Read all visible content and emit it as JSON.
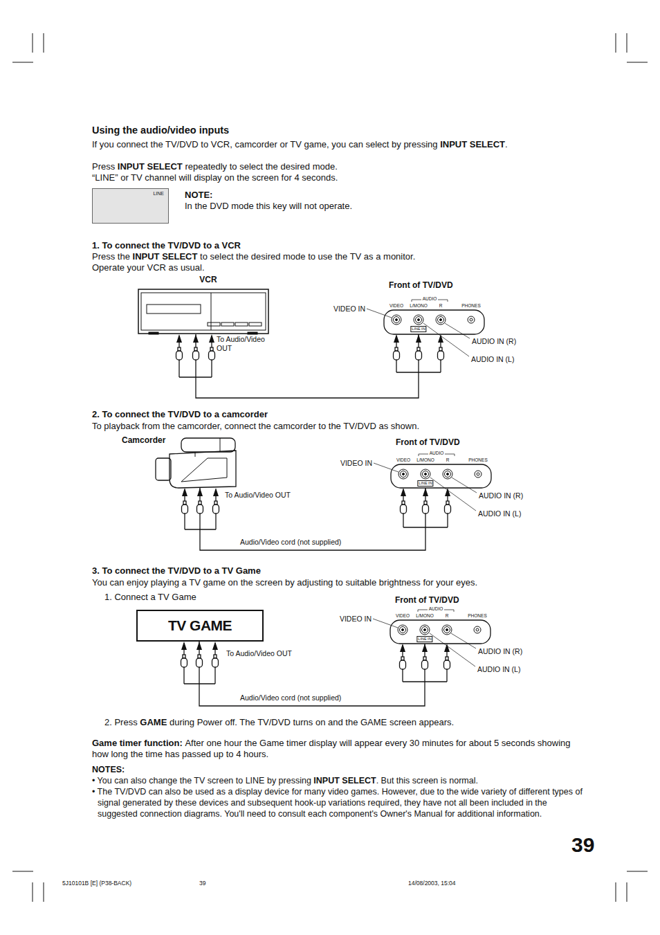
{
  "diagram": {
    "nodes": [
      {
        "text": [
          "LINE"
        ]
      },
      {
        "text": [
          "VCR"
        ]
      },
      {
        "text": [
          "Front of TV/DVD"
        ]
      },
      {
        "text": [
          "Camcorder"
        ]
      },
      {
        "text": [
          "Front of TV/DVD"
        ]
      },
      {
        "text": [
          "TV GAME"
        ]
      },
      {
        "text": [
          "Front of TV/DVD"
        ]
      }
    ],
    "edges": [
      {
        "from": 1,
        "to": 2,
        "arrow": "both"
      },
      {
        "from": 3,
        "to": 4,
        "arrow": "both",
        "label": "Audio/Video cord (not supplied)"
      },
      {
        "from": 5,
        "to": 6,
        "arrow": "both",
        "label": "Audio/Video cord (not supplied)"
      }
    ],
    "labels": [
      "Using the audio/video inputs",
      "If you connect the TV/DVD to VCR, camcorder or TV game, you can select by pressing",
      "INPUT SELECT",
      ".",
      "Press",
      "INPUT SELECT",
      "repeatedly to select the desired mode.",
      "“LINE” or TV channel will display on the screen for 4 seconds.",
      "NOTE:",
      "In the DVD mode this key will not operate.",
      "1. To connect the TV/DVD to a VCR",
      "Press the",
      "INPUT SELECT",
      "to select the desired mode to use the TV as a monitor.",
      "Operate your VCR as usual.",
      "To Audio/Video OUT",
      "VIDEO IN",
      "AUDIO",
      "VIDEO",
      "L/MONO",
      "R",
      "PHONES",
      "LINE IN",
      "AUDIO IN (R)",
      "AUDIO IN (L)",
      "2. To connect the TV/DVD to a camcorder",
      "To playback from the camcorder, connect the camcorder to the TV/DVD as shown.",
      "To Audio/Video OUT",
      "VIDEO IN",
      "AUDIO",
      "VIDEO",
      "L/MONO",
      "R",
      "PHONES",
      "LINE IN",
      "AUDIO IN (R)",
      "AUDIO IN (L)",
      "3. To connect the TV/DVD to a TV Game",
      "You can enjoy playing a TV game on the screen by adjusting to suitable brightness for your eyes.",
      "1. Connect a TV Game",
      "To Audio/Video OUT",
      "VIDEO IN",
      "AUDIO",
      "VIDEO",
      "L/MONO",
      "R",
      "PHONES",
      "LINE IN",
      "AUDIO IN (R)",
      "AUDIO IN (L)",
      "2. Press",
      "GAME",
      "during Power off. The TV/DVD turns on and the GAME screen appears.",
      "Game timer function:",
      "After one hour the Game timer display will appear every 30 minutes for about 5 seconds showing how long the time has passed up to 4 hours.",
      "NOTES:",
      "• You can also change the TV screen to LINE by pressing",
      "INPUT SELECT",
      ". But this screen is normal.",
      "• The TV/DVD can also be used as a display device for many video games. However, due to the wide variety of different types of signal generated by these devices and subsequent hook-up variations required, they have not all been included in the suggested connection diagrams. You'll need to consult each component's Owner's Manual for additional information.",
      "39",
      "5J10101B [E] (P38-BACK)",
      "39",
      "14/08/2003, 15:04"
    ]
  }
}
